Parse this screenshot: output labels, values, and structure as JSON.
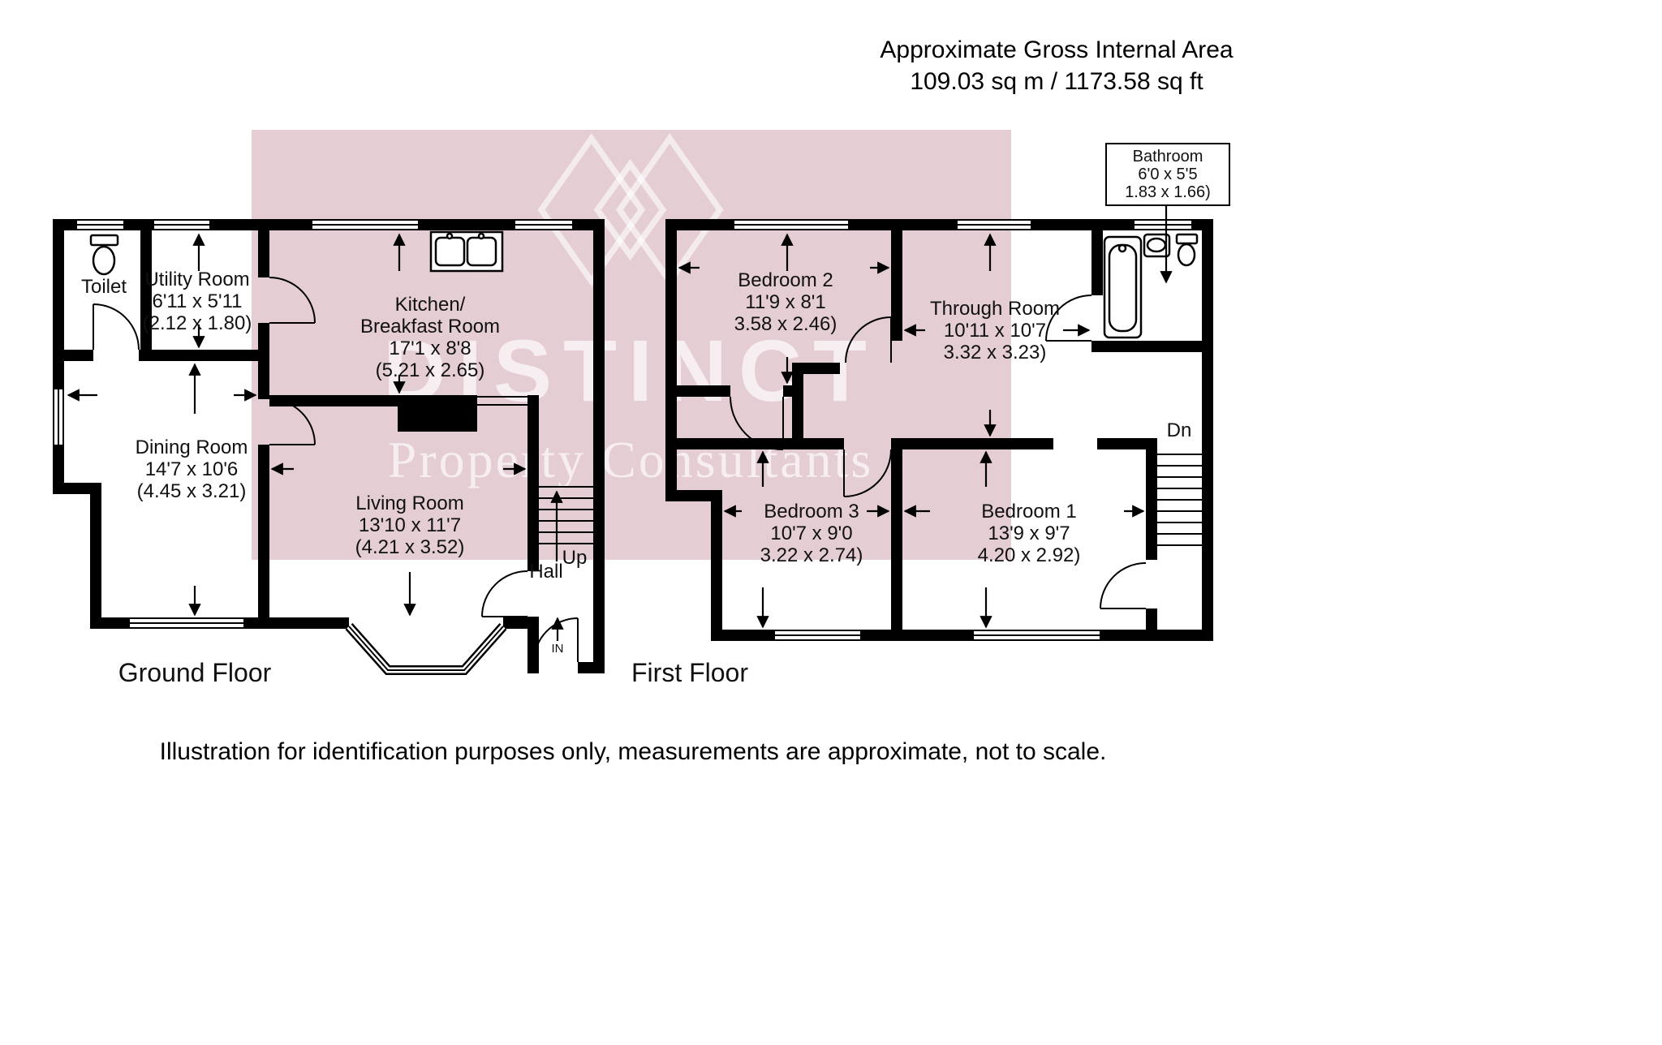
{
  "header": {
    "title": "Approximate Gross Internal Area",
    "area": "109.03 sq m / 1173.58 sq ft"
  },
  "watermark": {
    "brand": "DISTINCT",
    "tagline": "Property Consultants"
  },
  "ground_floor": {
    "label": "Ground Floor",
    "rooms": {
      "toilet": {
        "lines": [
          "Toilet"
        ]
      },
      "utility": {
        "lines": [
          "Utility Room",
          "6'11 x 5'11",
          "(2.12 x 1.80)"
        ]
      },
      "kitchen": {
        "lines": [
          "Kitchen/",
          "Breakfast Room",
          "17'1 x 8'8",
          "(5.21 x 2.65)"
        ]
      },
      "dining": {
        "lines": [
          "Dining Room",
          "14'7 x 10'6",
          "(4.45 x 3.21)"
        ]
      },
      "living": {
        "lines": [
          "Living Room",
          "13'10 x 11'7",
          "(4.21 x 3.52)"
        ]
      },
      "hall": {
        "lines": [
          "Hall"
        ]
      },
      "stairs": "Up",
      "entrance": "IN"
    }
  },
  "first_floor": {
    "label": "First Floor",
    "rooms": {
      "bedroom2": {
        "lines": [
          "Bedroom 2",
          "11'9 x 8'1",
          "3.58 x 2.46)"
        ]
      },
      "through": {
        "lines": [
          "Through Room",
          "10'11 x 10'7",
          "3.32 x 3.23)"
        ]
      },
      "bedroom3": {
        "lines": [
          "Bedroom 3",
          "10'7 x 9'0",
          "3.22 x 2.74)"
        ]
      },
      "bedroom1": {
        "lines": [
          "Bedroom 1",
          "13'9 x 9'7",
          "4.20 x 2.92)"
        ]
      },
      "bathroom": {
        "lines": [
          "Bathroom",
          "6'0 x 5'5",
          "1.83 x 1.66)"
        ]
      },
      "stairs": "Dn"
    }
  },
  "footer": {
    "disclaimer": "Illustration for identification purposes only, measurements are approximate, not to scale."
  },
  "colors": {
    "wall": "#000000",
    "watermark_pink": "#c4909e",
    "watermark_text": "#ffffff"
  }
}
